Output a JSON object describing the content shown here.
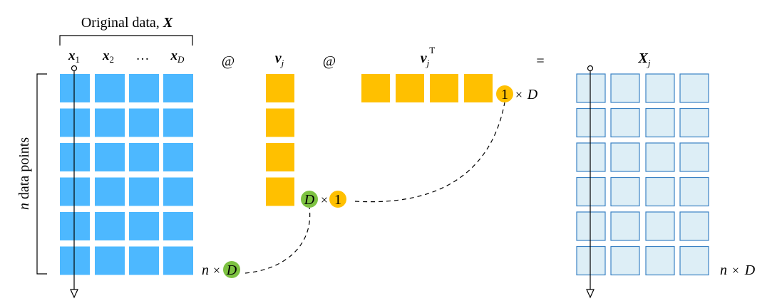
{
  "title": {
    "prefix": "Original data, ",
    "symbol": "X"
  },
  "column_labels": [
    {
      "symbol": "x",
      "sub": "1"
    },
    {
      "symbol": "x",
      "sub": "2"
    },
    {
      "symbol": "…",
      "sub": ""
    },
    {
      "symbol": "x",
      "sub": "D"
    }
  ],
  "operators": {
    "matmul_1": "@",
    "matmul_2": "@",
    "equals": "="
  },
  "vector_v": {
    "symbol": "v",
    "sub": "j"
  },
  "vector_vt": {
    "symbol": "v",
    "sub": "j",
    "sup": "T"
  },
  "result": {
    "symbol": "X",
    "sub": "j"
  },
  "row_brace_label": {
    "italic": "n",
    "rest": " data points"
  },
  "dimension_labels": {
    "x_rows": "n",
    "x_cols": "D",
    "v_rows": "D",
    "v_cols": "1",
    "vt_rows": "1",
    "vt_cols": "D",
    "result_rows": "n",
    "result_cols": "D",
    "times": "×"
  },
  "colors": {
    "data_cell": "#4db8ff",
    "vector_cell": "#ffc000",
    "result_fill": "#ddeef6",
    "result_stroke": "#3b82c4",
    "badge_green": "#7dc242",
    "badge_orange": "#ffc000"
  },
  "matrix_shape": {
    "rows": 6,
    "cols": 4
  }
}
